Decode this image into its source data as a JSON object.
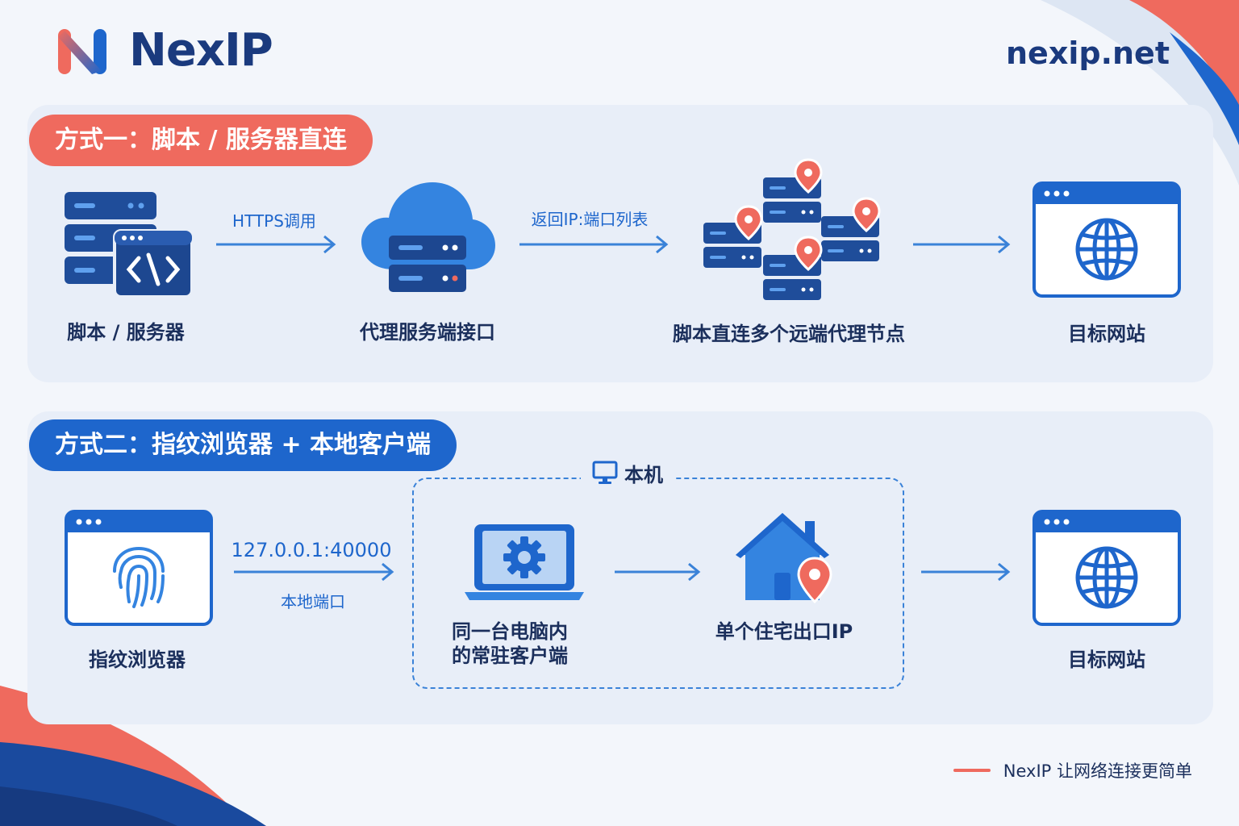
{
  "brand": {
    "name": "NexIP",
    "site": "nexip.net",
    "tagline": "NexIP 让网络连接更简单"
  },
  "colors": {
    "primary": "#1e66cc",
    "dark_blue": "#1a3a7e",
    "accent_red": "#ef6a5e",
    "panel": "#e8eef8"
  },
  "section1": {
    "title": "方式一：脚本 / 服务器直连",
    "nodes": [
      {
        "label": "脚本 / 服务器",
        "icon": "server-code-icon"
      },
      {
        "label": "代理服务端接口",
        "icon": "cloud-server-icon"
      },
      {
        "label": "脚本直连多个远端代理节点",
        "icon": "proxy-nodes-icon"
      },
      {
        "label": "目标网站",
        "icon": "browser-globe-icon"
      }
    ],
    "arrows": [
      {
        "label": "HTTPS调用"
      },
      {
        "label": "返回IP:端口列表"
      },
      {
        "label": ""
      }
    ]
  },
  "section2": {
    "title": "方式二：指纹浏览器 + 本地客户端",
    "local_group": {
      "label": "本机",
      "icon": "monitor-icon"
    },
    "nodes": [
      {
        "label": "指纹浏览器",
        "icon": "fingerprint-browser-icon"
      },
      {
        "label_line1": "同一台电脑内",
        "label_line2": "的常驻客户端",
        "icon": "laptop-gear-icon"
      },
      {
        "label": "单个住宅出口IP",
        "icon": "house-pin-icon"
      },
      {
        "label": "目标网站",
        "icon": "browser-globe-icon"
      }
    ],
    "arrows": [
      {
        "label": "127.0.0.1:40000",
        "sublabel": "本地端口"
      },
      {
        "label": ""
      },
      {
        "label": ""
      }
    ]
  }
}
